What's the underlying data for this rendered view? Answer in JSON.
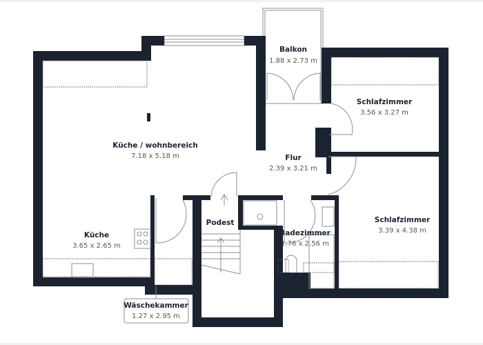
{
  "plan": {
    "rooms": [
      {
        "name": "Küche / wohnbereich",
        "size": "7.18 x 5.18 m"
      },
      {
        "name": "Balkon",
        "size": "1.88 x 2.73 m"
      },
      {
        "name": "Schlafzimmer",
        "size": "3.56 x 3.27 m"
      },
      {
        "name": "Flur",
        "size": "2.39 x 3.21 m"
      },
      {
        "name": "Podest",
        "size": ""
      },
      {
        "name": "Küche",
        "size": "3.65 x 2.65 m"
      },
      {
        "name": "Badezimmer",
        "size": "1.76 x 2.56 m"
      },
      {
        "name": "Schlafzimmer",
        "size": "3.39 x 4.38 m"
      },
      {
        "name": "Wäschekammer",
        "size": "1.27 x 2.95 m"
      }
    ],
    "colors": {
      "wall": "#1c2330",
      "background": "#ffffff"
    }
  }
}
